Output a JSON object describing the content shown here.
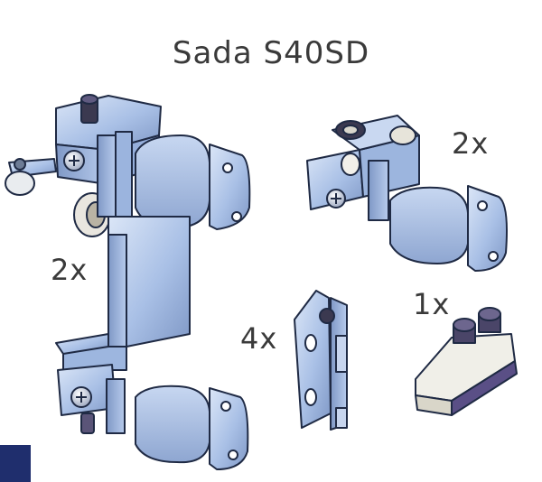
{
  "title": "Sada S40SD",
  "quantities": {
    "large_bracket": "2x",
    "roller_unit": "2x",
    "hinge_plate": "4x",
    "stopper_block": "1x"
  },
  "colors": {
    "metal": "#a9c0e6",
    "metal_dark": "#6f88b7",
    "outline": "#1f2a44",
    "text": "#3a3a3a",
    "screw": "#58506f",
    "block": "#f0efe8"
  }
}
